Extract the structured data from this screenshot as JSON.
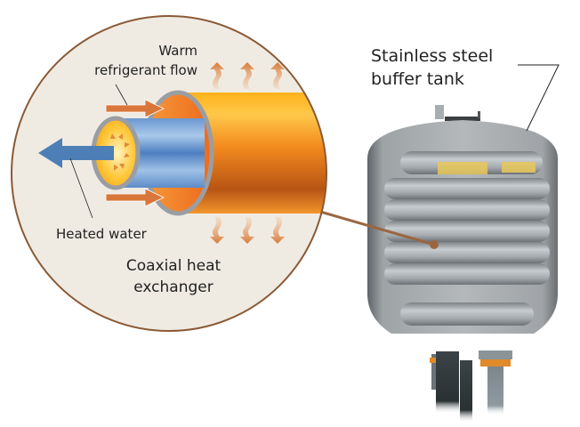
{
  "diagram": {
    "inset": {
      "title_line1": "Coaxial heat",
      "title_line2": "exchanger",
      "label_refrigerant_line1": "Warm",
      "label_refrigerant_line2": "refrigerant flow",
      "label_water": "Heated water"
    },
    "tank": {
      "label_line1": "Stainless steel",
      "label_line2": "buffer tank"
    },
    "colors": {
      "inset_background": "#efebe3",
      "inset_border": "#8a5a35",
      "connector": "#9a6640",
      "outer_pipe_orange": "#f08a20",
      "inner_pipe_blue": "#5a8cc8",
      "water_arrow_blue": "#4d7fb6",
      "refrigerant_arrow": "#d9773a",
      "tank_steel": "#a3a7aa"
    },
    "icons": {
      "heat_up_arrows": "wavy-up-arrow-icon",
      "heat_down_arrows": "wavy-down-arrow-icon",
      "water_arrow": "left-arrow-icon",
      "refrigerant_arrows": "right-arrow-icon"
    }
  }
}
